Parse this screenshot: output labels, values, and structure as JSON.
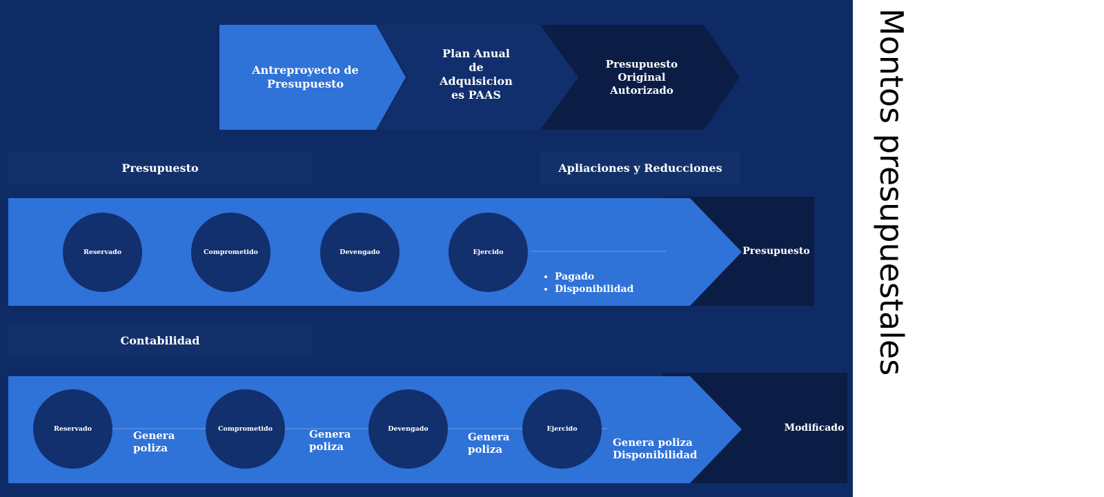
{
  "colors": {
    "background": "#0f2b66",
    "stage_light": "#2f72d8",
    "stage_mid": "#112f6c",
    "stage_dark": "#0c1d45",
    "circle": "#12306e",
    "band_header": "#13306a"
  },
  "title": "Montos presupuestales",
  "top_flow": [
    {
      "label": "Antreproyecto de\nPresupuesto"
    },
    {
      "label": "Plan Anual\nde\nAdquisicion\nes PAAS"
    },
    {
      "label": "Presupuesto\nOriginal\nAutorizado"
    }
  ],
  "presupuesto_section": {
    "header": "Presupuesto",
    "side_header": "Apliaciones y Reducciones",
    "stages": [
      "Reservado",
      "Comprometido",
      "Devengado",
      "Ejercido"
    ],
    "bullets": [
      "Pagado",
      "Disponibilidad"
    ],
    "end_label": "Presupuesto"
  },
  "contabilidad_section": {
    "header": "Contabilidad",
    "stages": [
      "Reservado",
      "Comprometido",
      "Devengado",
      "Ejercido"
    ],
    "connectors": [
      "Genera\npoliza",
      "Genera\npoliza",
      "Genera\npoliza"
    ],
    "final_note": "Genera poliza\nDisponibilidad",
    "end_label": "Modificado"
  }
}
